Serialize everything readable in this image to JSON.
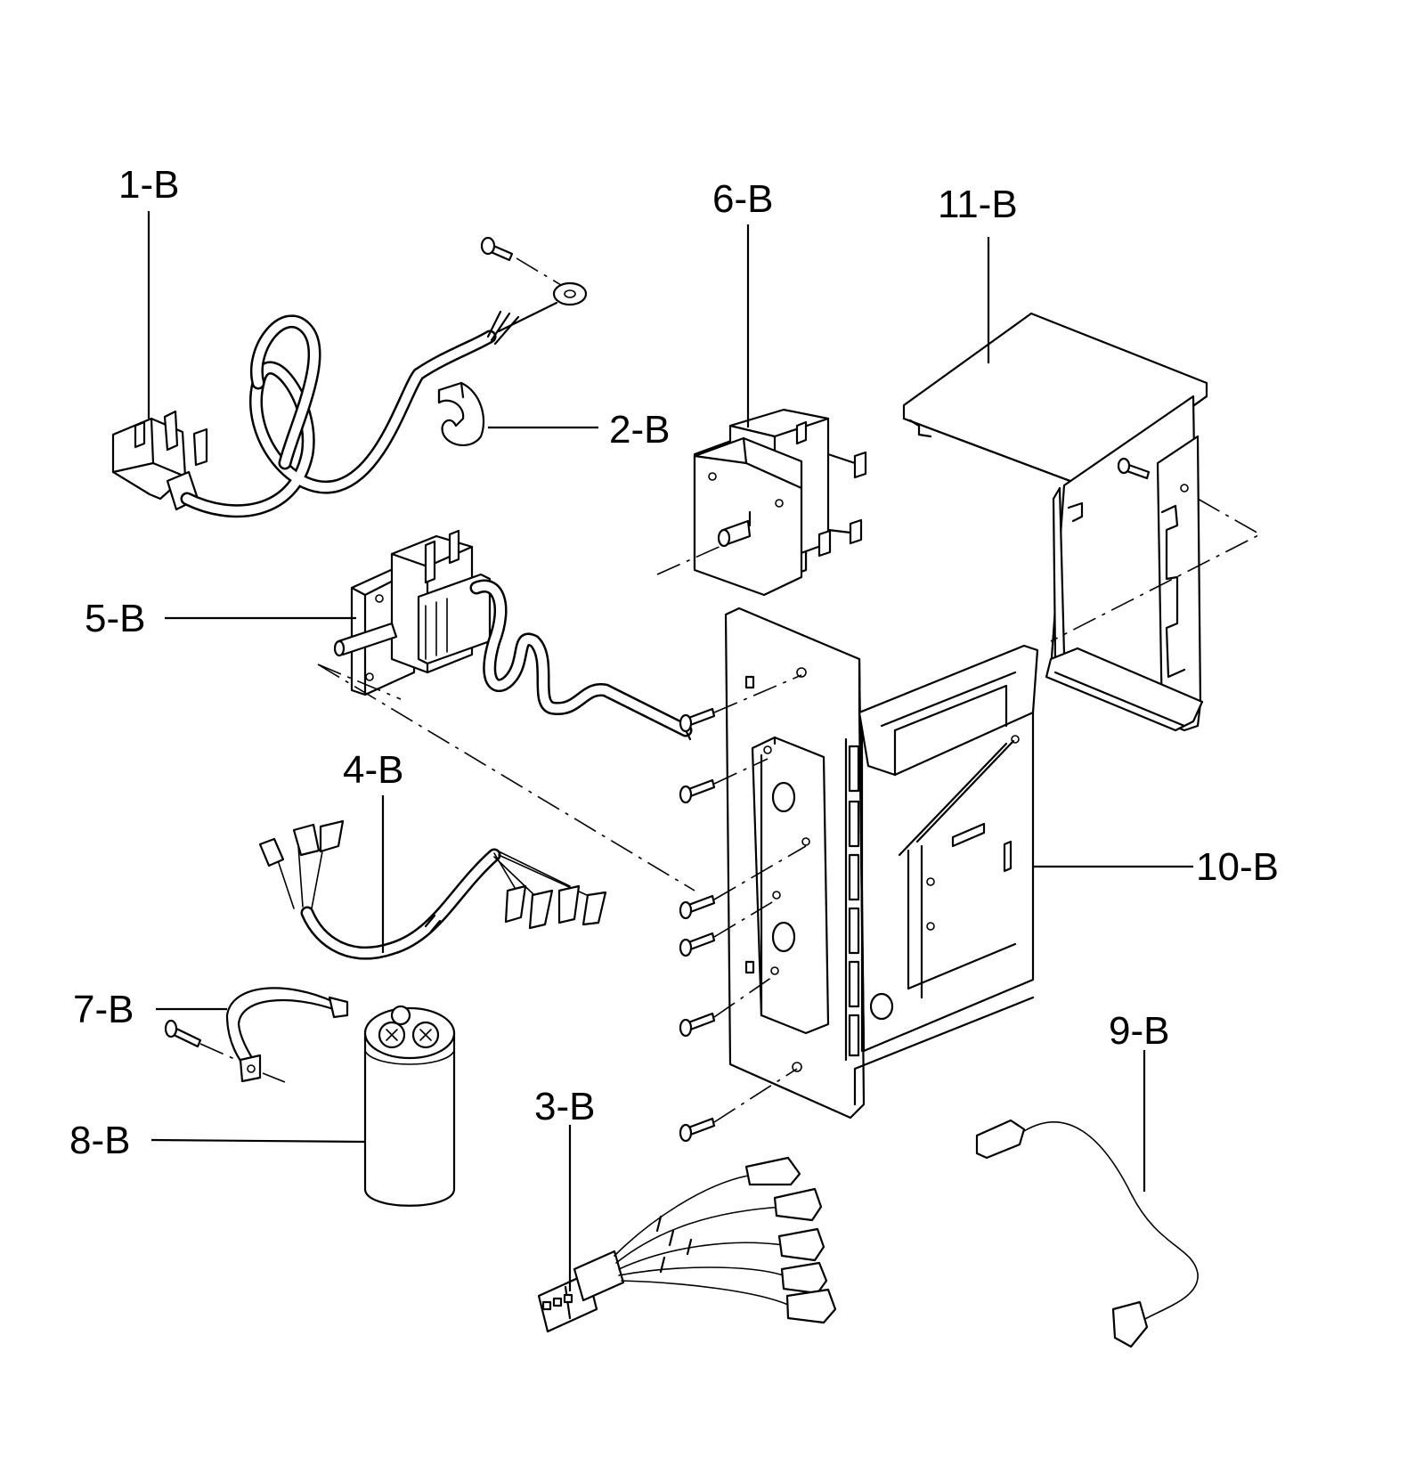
{
  "diagram": {
    "parts": [
      {
        "id": "1-B",
        "label": "1-B"
      },
      {
        "id": "2-B",
        "label": "2-B"
      },
      {
        "id": "3-B",
        "label": "3-B"
      },
      {
        "id": "4-B",
        "label": "4-B"
      },
      {
        "id": "5-B",
        "label": "5-B"
      },
      {
        "id": "6-B",
        "label": "6-B"
      },
      {
        "id": "7-B",
        "label": "7-B"
      },
      {
        "id": "8-B",
        "label": "8-B"
      },
      {
        "id": "9-B",
        "label": "9-B"
      },
      {
        "id": "10-B",
        "label": "10-B"
      },
      {
        "id": "11-B",
        "label": "11-B"
      }
    ]
  }
}
